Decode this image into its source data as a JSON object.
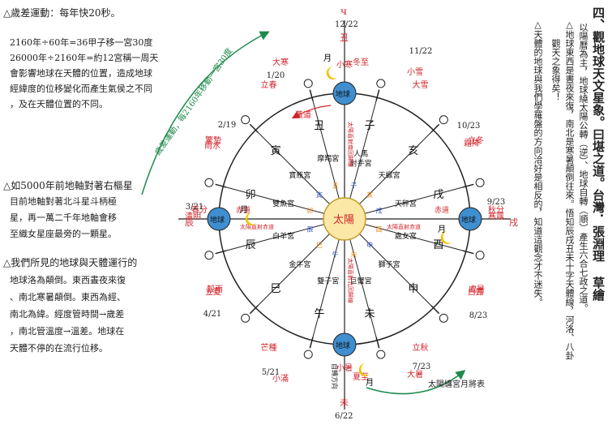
{
  "left_notes": {
    "block1": {
      "title": "△歲差運動：每年快20秒。",
      "lines": [
        "2160年÷60年=36甲子移一宮30度",
        "26000年÷2160年=約12宮稱一周天",
        "會影響地球在天體的位置，造成地球",
        "經緯度的位移變化而產生氣侯之不同",
        "，及在天體位置的不同。"
      ]
    },
    "block2": {
      "title": "△如5000年前地軸對著右樞星",
      "lines": [
        "目前地軸對著北斗星斗柄極",
        "星，再一萬二千年地軸會移",
        "至織女星座最旁的一顆星。"
      ]
    },
    "block3": {
      "title": "△我們所見的地球與天體運行的",
      "lines": [
        "地球洛為顛倒。東西晝夜來復",
        "、南北寒暑顛倒。東西為經、",
        "南北為緯。經度管時間→歲差",
        "，南北管溫度→溫差。地球在",
        "天體不停的在流行位移。"
      ]
    }
  },
  "right_text": {
    "title": "四、觀地球天文星象。曰堪之道。台灣．張淵理 草繪",
    "col1": "以陽曆為主，地球繞太陽公轉（逆）、地球自轉（順）產生六合七政之道。",
    "col2": "△地球東西是晝夜來復，南北是寒暑顛倒往來。悟知辰戌丑未十字天體線，河洛、八卦",
    "col3": "觀天之象得矣！",
    "col4": "△天體的地球與我們學羅盤的方向洽好是相反的，知道這觀念才不迷失。"
  },
  "diagram": {
    "center_label": "太陽",
    "earth_label": "地球",
    "moon_label": "月",
    "rotation_label": "自轉方向",
    "branches": [
      "子",
      "丑",
      "寅",
      "卯",
      "辰",
      "巳",
      "午",
      "未",
      "申",
      "酉",
      "戌",
      "亥"
    ],
    "houses": [
      "人馬射手宮",
      "摩羯宮",
      "寶瓶宮",
      "雙魚宮",
      "白羊宮",
      "金牛宮",
      "雙子宮",
      "巨蟹宮",
      "獅子宮",
      "處女宮",
      "天秤宮",
      "天蠍宮"
    ],
    "solar_terms": [
      "大雪",
      "小寒",
      "立春",
      "驚蟄",
      "清明",
      "立夏",
      "芒種",
      "小暑",
      "立秋",
      "白露",
      "寒露",
      "立冬"
    ],
    "major_terms": [
      "冬至",
      "春分",
      "夏至",
      "秋分"
    ],
    "outer_terms": [
      "小雪",
      "大寒",
      "雨水",
      "穀雨",
      "小滿",
      "大暑",
      "處暑",
      "霜降"
    ],
    "dates": [
      "12/22",
      "1/20",
      "2/19",
      "3/21",
      "4/21",
      "5/21",
      "6/22",
      "7/23",
      "8/23",
      "9/23",
      "10/23",
      "11/22"
    ],
    "axis_labels": [
      "丑",
      "辰",
      "未",
      "戌"
    ],
    "axis_glyph": "ч",
    "small_labels": [
      "小寒",
      "赤道",
      "赤道",
      "小暑"
    ],
    "sun_rays": [
      "太陽直射南回歸線",
      "太陽直射赤道",
      "太陽直射北回歸線",
      "太陽直射赤道"
    ],
    "inner_branch": [
      "子",
      "丑",
      "寅",
      "卯",
      "辰",
      "巳",
      "午",
      "未",
      "申",
      "酉",
      "戌",
      "亥"
    ],
    "arrow_top": "歲差運動，每2160年移動一宮30度",
    "arrow_bottom": "太陽纏宮月將表",
    "zodiac_order_labels": [
      "黃道"
    ],
    "yellow_label": "黃道",
    "equator": "赤道"
  },
  "colors": {
    "red": "#d2232a",
    "green": "#1f8a4c",
    "earth": "#3f8fd0",
    "sun": "#fbe7a6",
    "moon": "#f2c200",
    "line": "#222222"
  }
}
